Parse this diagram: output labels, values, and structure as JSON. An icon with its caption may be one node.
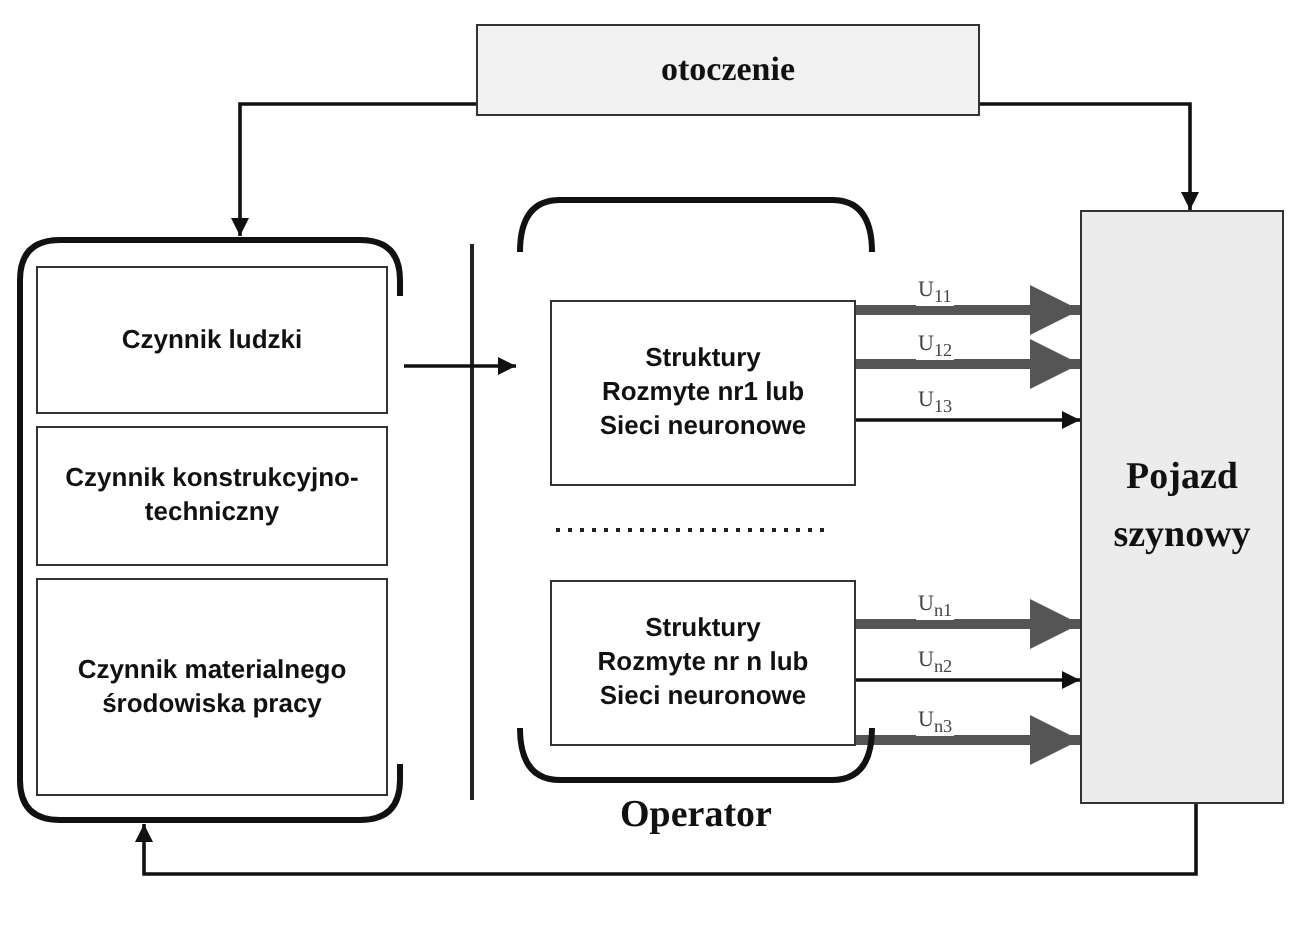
{
  "diagram": {
    "nodes": [
      {
        "text": [
          "otoczenie"
        ]
      },
      {
        "text": [],
        "shape": "bracket"
      },
      {
        "text": [
          "Czynnik ludzki"
        ],
        "in": 1
      },
      {
        "text": [
          "Czynnik konstrukcyjno-techniczny"
        ],
        "in": 1
      },
      {
        "text": [
          "Czynnik materialnego środowiska pracy"
        ],
        "in": 1
      },
      {
        "text": [
          "Operator"
        ]
      },
      {
        "text": [
          "Struktury Rozmyte nr1 lub Sieci neuronowe"
        ],
        "in": 5
      },
      {
        "text": [
          "Struktury Rozmyte nr n lub Sieci neuronowe"
        ],
        "in": 5
      },
      {
        "text": [
          "Pojazd szynowy"
        ]
      }
    ],
    "edges": [
      {
        "from": 0,
        "to": 1,
        "arrow": "to"
      },
      {
        "from": 0,
        "to": 8,
        "arrow": "to"
      },
      {
        "from": 1,
        "to": 5,
        "arrow": "to"
      },
      {
        "from": 6,
        "to": 8,
        "arrow": "to",
        "label": "U$_{11}$",
        "style": "thick"
      },
      {
        "from": 6,
        "to": 8,
        "arrow": "to",
        "label": "U$_{12}$",
        "style": "thick"
      },
      {
        "from": 6,
        "to": 8,
        "arrow": "to",
        "label": "U$_{13}$"
      },
      {
        "from": 7,
        "to": 8,
        "arrow": "to",
        "label": "U$_{n1}$",
        "style": "thick"
      },
      {
        "from": 7,
        "to": 8,
        "arrow": "to",
        "label": "U$_{n2}$"
      },
      {
        "from": 7,
        "to": 8,
        "arrow": "to",
        "label": "U$_{n3}$",
        "style": "thick"
      },
      {
        "from": 8,
        "to": 1,
        "arrow": "to"
      }
    ]
  }
}
